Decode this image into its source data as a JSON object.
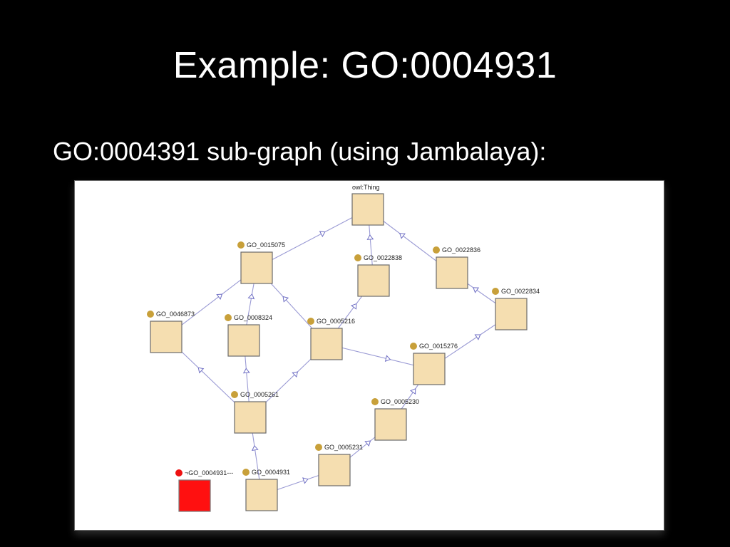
{
  "slide": {
    "title": "Example:  GO:0004931",
    "subtitle": "GO:0004391 sub-graph (using Jambalaya):"
  },
  "graph": {
    "nodes": [
      {
        "id": "thing",
        "label": "owl:Thing",
        "dot": "none"
      },
      {
        "id": "n15075",
        "label": "GO_0015075",
        "dot": "gold"
      },
      {
        "id": "n22838",
        "label": "GO_0022838",
        "dot": "gold"
      },
      {
        "id": "n22836",
        "label": "GO_0022836",
        "dot": "gold"
      },
      {
        "id": "n22834",
        "label": "GO_0022834",
        "dot": "gold"
      },
      {
        "id": "n46873",
        "label": "GO_0046873",
        "dot": "gold"
      },
      {
        "id": "n08324",
        "label": "GO_0008324",
        "dot": "gold"
      },
      {
        "id": "n05216",
        "label": "GO_0005216",
        "dot": "gold"
      },
      {
        "id": "n15276",
        "label": "GO_0015276",
        "dot": "gold"
      },
      {
        "id": "n05261",
        "label": "GO_0005261",
        "dot": "gold"
      },
      {
        "id": "n05230",
        "label": "GO_0005230",
        "dot": "gold"
      },
      {
        "id": "n05231",
        "label": "GO_0005231",
        "dot": "gold"
      },
      {
        "id": "n04931",
        "label": "GO_0004931",
        "dot": "gold"
      },
      {
        "id": "neg04931",
        "label": "¬GO_0004931---",
        "dot": "red",
        "selected": true
      }
    ],
    "edges": [
      [
        "n15075",
        "thing"
      ],
      [
        "n22838",
        "thing"
      ],
      [
        "n22836",
        "thing"
      ],
      [
        "n46873",
        "n15075"
      ],
      [
        "n08324",
        "n15075"
      ],
      [
        "n05216",
        "n15075"
      ],
      [
        "n05216",
        "n22838"
      ],
      [
        "n22834",
        "n22836"
      ],
      [
        "n15276",
        "n22834"
      ],
      [
        "n05216",
        "n15276"
      ],
      [
        "n05261",
        "n46873"
      ],
      [
        "n05261",
        "n08324"
      ],
      [
        "n05261",
        "n05216"
      ],
      [
        "n05230",
        "n15276"
      ],
      [
        "n05231",
        "n05230"
      ],
      [
        "n04931",
        "n05261"
      ],
      [
        "n04931",
        "n05231"
      ]
    ]
  },
  "colors": {
    "background": "#000000",
    "node_fill": "#f5deb0",
    "selected_fill": "#ff1010",
    "edge": "#9a9ad4",
    "dot_gold": "#c8a03a",
    "dot_red": "#ee1111"
  }
}
